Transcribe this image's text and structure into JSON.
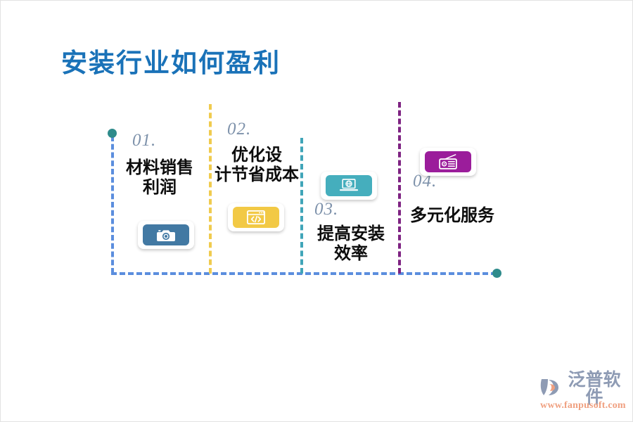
{
  "slide": {
    "title": "安装行业如何盈利",
    "title_color": "#1a72b8",
    "background": "#ffffff"
  },
  "timeline": {
    "baseline_color": "#5b8ede",
    "start_dot_color": "#2e8b8b",
    "end_dot_color": "#2e8b8b",
    "dividers": [
      {
        "name": "divider-1",
        "color": "#5b8ede"
      },
      {
        "name": "divider-2",
        "color": "#f0cb4e"
      },
      {
        "name": "divider-3",
        "color": "#40a5b8"
      },
      {
        "name": "divider-4",
        "color": "#7e2382"
      }
    ]
  },
  "steps": [
    {
      "number": "01.",
      "label": "材料销售\n利润",
      "icon": "camera-icon",
      "icon_color": "#4279a3"
    },
    {
      "number": "02.",
      "label": "优化设\n计节省成本",
      "icon": "code-window-icon",
      "icon_color": "#f2c945"
    },
    {
      "number": "03.",
      "label": "提高安装\n效率",
      "icon": "laptop-globe-icon",
      "icon_color": "#45aebd"
    },
    {
      "number": "04.",
      "label": "多元化服务",
      "icon": "radio-icon",
      "icon_color": "#9b1d9b"
    }
  ],
  "watermark": {
    "brand": "泛普软件",
    "url": "www.fanpusoft.com",
    "brand_color": "#8e9bb4",
    "url_color": "#f0a080"
  }
}
